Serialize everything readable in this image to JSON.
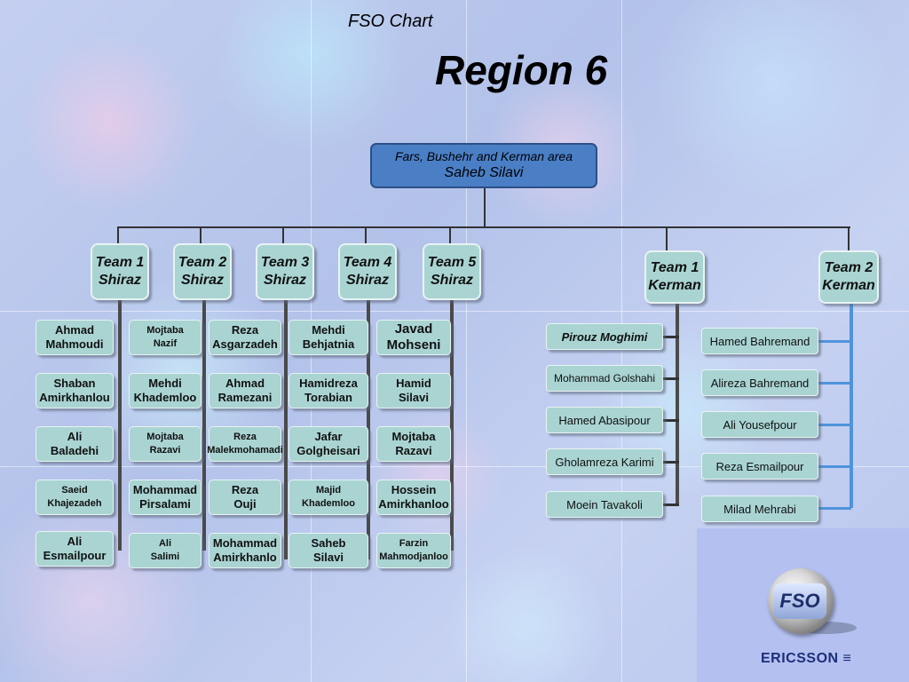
{
  "subtitle": "FSO Chart",
  "title": "Region 6",
  "root": {
    "area": "Fars, Bushehr and Kerman area",
    "manager": "Saheb Silavi"
  },
  "shiraz_teams": [
    {
      "name": "Team 1\nShiraz",
      "members": [
        "Ahmad\nMahmoudi",
        "Shaban\nAmirkhanlou",
        "Ali\nBaladehi",
        "Saeid\nKhajezadeh",
        "Ali\nEsmailpour"
      ]
    },
    {
      "name": "Team 2\nShiraz",
      "members": [
        "Mojtaba\nNazif",
        "Mehdi\nKhademloo",
        "Mojtaba\nRazavi",
        "Mohammad\nPirsalami",
        "Ali\nSalimi"
      ]
    },
    {
      "name": "Team 3\nShiraz",
      "members": [
        "Reza\nAsgarzadeh",
        "Ahmad\nRamezani",
        "Reza\nMalekmohamadi",
        "Reza\nOuji",
        "Mohammad\nAmirkhanlo"
      ]
    },
    {
      "name": "Team 4\nShiraz",
      "members": [
        "Mehdi\nBehjatnia",
        "Hamidreza\nTorabian",
        "Jafar\nGolgheisari",
        "Majid\nKhademloo",
        "Saheb\nSilavi"
      ]
    },
    {
      "name": "Team 5\nShiraz",
      "members": [
        "Javad\nMohseni",
        "Hamid\nSilavi",
        "Mojtaba\nRazavi",
        "Hossein\nAmirkhanloo",
        "Farzin\nMahmodjanloo"
      ]
    }
  ],
  "kerman_teams": [
    {
      "name": "Team 1\nKerman",
      "members": [
        "Pirouz Moghimi",
        "Mohammad Golshahi",
        "Hamed Abasipour",
        "Gholamreza Karimi",
        "Moein Tavakoli"
      ]
    },
    {
      "name": "Team 2\nKerman",
      "members": [
        "Hamed Bahremand",
        "Alireza Bahremand",
        "Ali Yousefpour",
        "Reza Esmailpour",
        "Milad Mehrabi"
      ]
    }
  ],
  "logo": {
    "badge": "FSO",
    "brand": "ERICSSON"
  },
  "colors": {
    "root_fill": "#4a7fc6",
    "box_fill": "#a9d4d2",
    "kerman2_connector": "#4f93dc"
  }
}
